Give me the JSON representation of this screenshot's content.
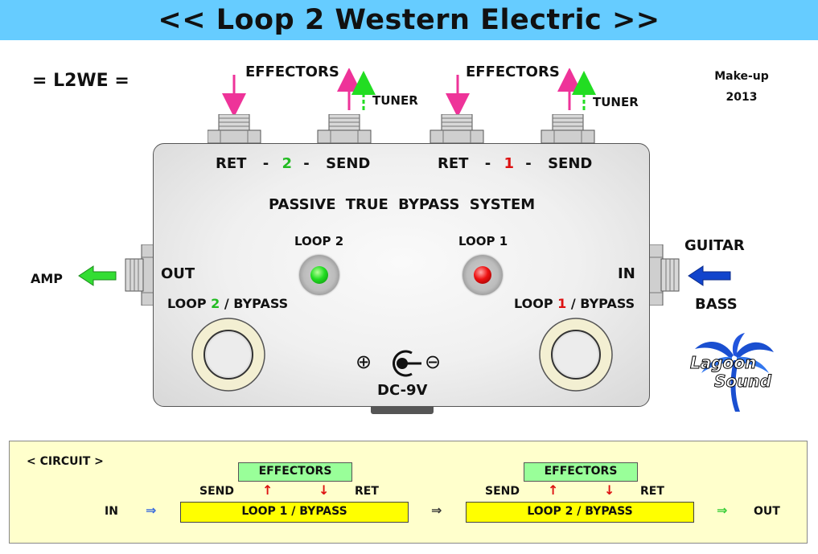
{
  "title": "<< Loop 2 Western Electric >>",
  "model": "= L2WE =",
  "makeup": {
    "line1": "Make-up",
    "line2": "2013"
  },
  "top_labels": {
    "effectors": "EFFECTORS",
    "tuner": "TUNER"
  },
  "jack_labels": {
    "ret": "RET",
    "send": "SEND",
    "dash": "-",
    "loop2_num": "2",
    "loop1_num": "1"
  },
  "system_label": "PASSIVE TRUE BYPASS SYSTEM",
  "leds": {
    "loop2": "LOOP 2",
    "loop1": "LOOP 1"
  },
  "io": {
    "out": "OUT",
    "in": "IN",
    "amp": "AMP",
    "guitar": "GUITAR",
    "bass": "BASS"
  },
  "switch_labels": {
    "loop_word": "LOOP",
    "bypass_suffix": "/ BYPASS",
    "loop2_num": "2",
    "loop1_num": "1"
  },
  "power": {
    "label": "DC-9V",
    "plus": "⊕",
    "minus": "⊖"
  },
  "logo": {
    "line1": "Lagoon",
    "line2": "Sound"
  },
  "circuit": {
    "heading": "< CIRCUIT >",
    "in": "IN",
    "out": "OUT",
    "send": "SEND",
    "ret": "RET",
    "effectors": "EFFECTORS",
    "loop1": "LOOP 1 / BYPASS",
    "loop2": "LOOP 2 / BYPASS",
    "arrow_right": "⇒",
    "arrow_up": "↑",
    "arrow_down": "↓"
  },
  "colors": {
    "title_bar": "#66ccff",
    "pink_arrow": "#ee3399",
    "tuner_arrow": "#22dd22",
    "loop2_accent": "#22bb22",
    "loop1_accent": "#dd1111",
    "amp_arrow": "#33dd33",
    "guitar_arrow": "#1144cc",
    "circuit_bg": "#ffffcc",
    "effectors_box": "#99ff99",
    "loop_box": "#ffff00"
  }
}
